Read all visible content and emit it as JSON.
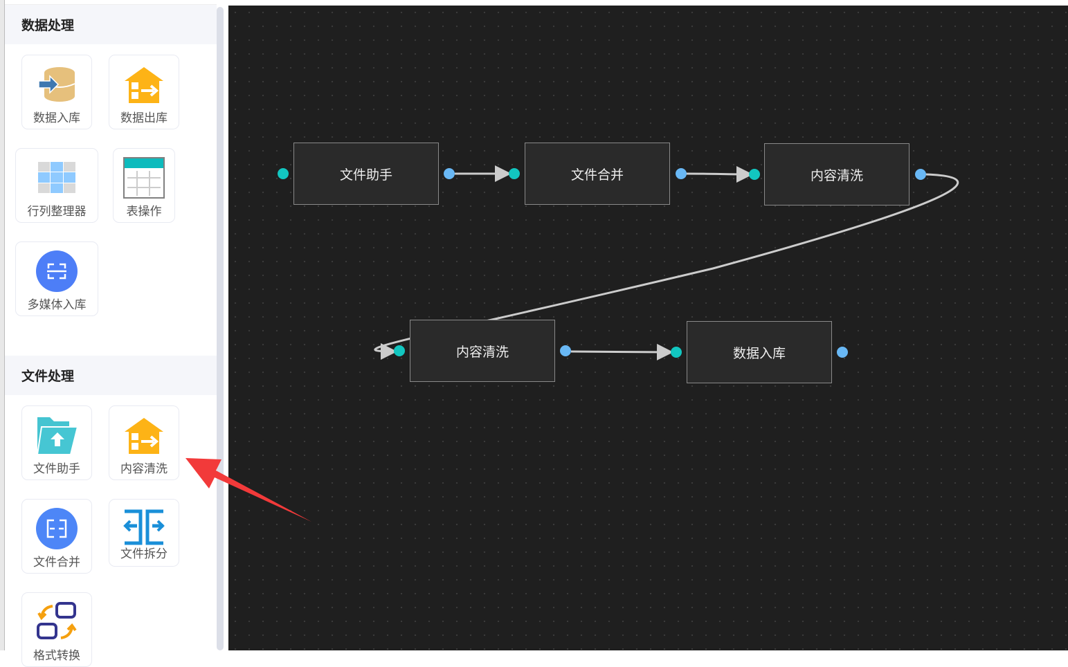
{
  "sidebar": {
    "sections": [
      {
        "title": "数据处理",
        "items": [
          {
            "label": "数据入库",
            "icon": "database-import-icon"
          },
          {
            "label": "数据出库",
            "icon": "house-export-icon"
          },
          {
            "label": "行列整理器",
            "icon": "grid-icon"
          },
          {
            "label": "表操作",
            "icon": "table-icon"
          },
          {
            "label": "多媒体入库",
            "icon": "scan-icon"
          }
        ]
      },
      {
        "title": "文件处理",
        "items": [
          {
            "label": "文件助手",
            "icon": "folder-upload-icon"
          },
          {
            "label": "内容清洗",
            "icon": "house-export-icon"
          },
          {
            "label": "文件合并",
            "icon": "merge-icon"
          },
          {
            "label": "文件拆分",
            "icon": "split-icon"
          },
          {
            "label": "格式转换",
            "icon": "convert-icon"
          }
        ]
      }
    ]
  },
  "canvas": {
    "nodes": [
      {
        "label": "文件助手"
      },
      {
        "label": "文件合并"
      },
      {
        "label": "内容清洗"
      },
      {
        "label": "内容清洗"
      },
      {
        "label": "数据入库"
      }
    ]
  },
  "colors": {
    "accent_in": "#12c6c0",
    "accent_out": "#69b8f5",
    "arrow": "#f23a3a"
  }
}
